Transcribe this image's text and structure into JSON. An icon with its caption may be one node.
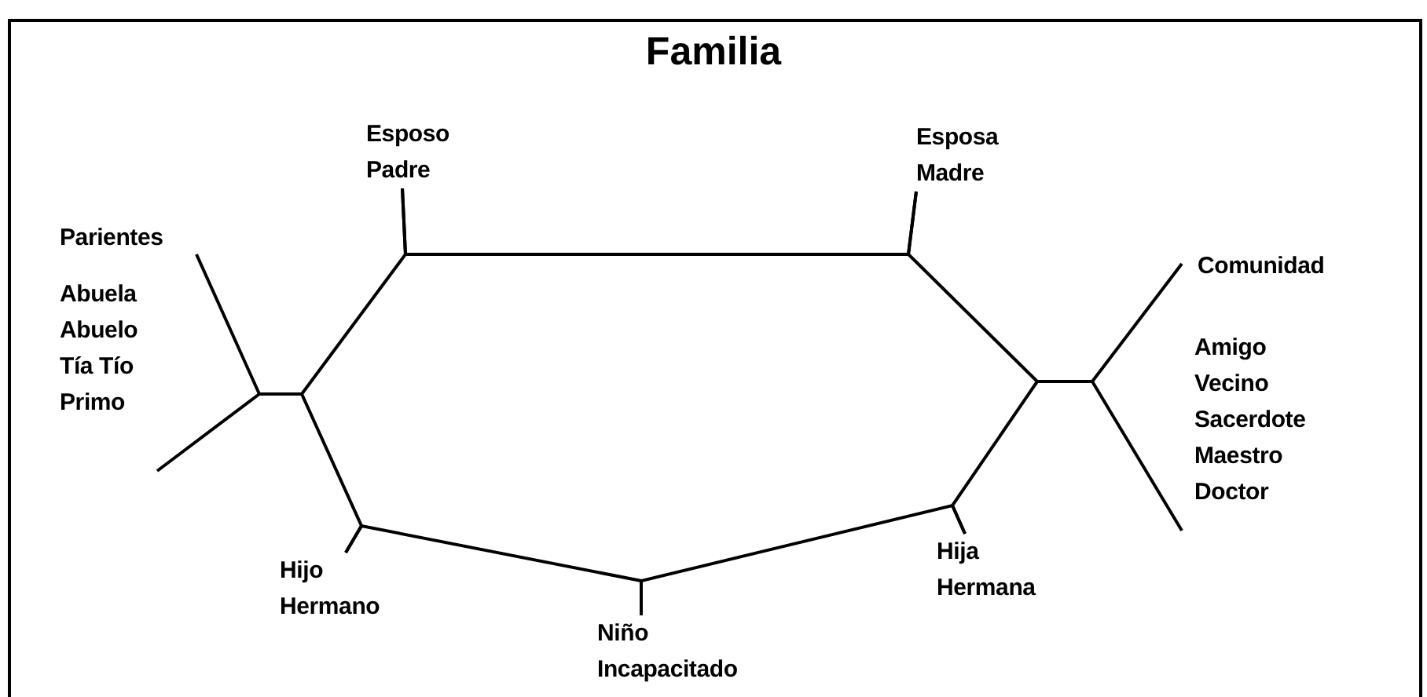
{
  "diagram": {
    "title": "Familia",
    "nodes": [
      {
        "text": [
          "Esposo Padre"
        ]
      },
      {
        "text": [
          "Esposa Madre"
        ]
      },
      {
        "text": [
          "Parientes"
        ]
      },
      {
        "text": [
          "Abuela Abuelo Tía Tío Primo"
        ]
      },
      {
        "text": [],
        "shape": "bar"
      },
      {
        "text": [],
        "shape": "bar"
      },
      {
        "text": [
          "Comunidad"
        ]
      },
      {
        "text": [
          "Amigo Vecino Sacerdote Maestro Doctor"
        ]
      },
      {
        "text": [
          "Hijo Hermano"
        ]
      },
      {
        "text": [
          "Niño Incapacitado"
        ]
      },
      {
        "text": [
          "Hija Hermana"
        ]
      }
    ],
    "edges": [
      {
        "from": 0,
        "to": 1,
        "arrow": "none"
      },
      {
        "from": 0,
        "to": 4,
        "arrow": "none"
      },
      {
        "from": 4,
        "to": 2,
        "arrow": "none"
      },
      {
        "from": 4,
        "to": 3,
        "arrow": "none"
      },
      {
        "from": 4,
        "to": 8,
        "arrow": "none"
      },
      {
        "from": 8,
        "to": 9,
        "arrow": "none"
      },
      {
        "from": 9,
        "to": 10,
        "arrow": "none"
      },
      {
        "from": 10,
        "to": 5,
        "arrow": "none"
      },
      {
        "from": 5,
        "to": 1,
        "arrow": "none"
      },
      {
        "from": 5,
        "to": 6,
        "arrow": "none"
      },
      {
        "from": 5,
        "to": 7,
        "arrow": "none"
      }
    ]
  }
}
